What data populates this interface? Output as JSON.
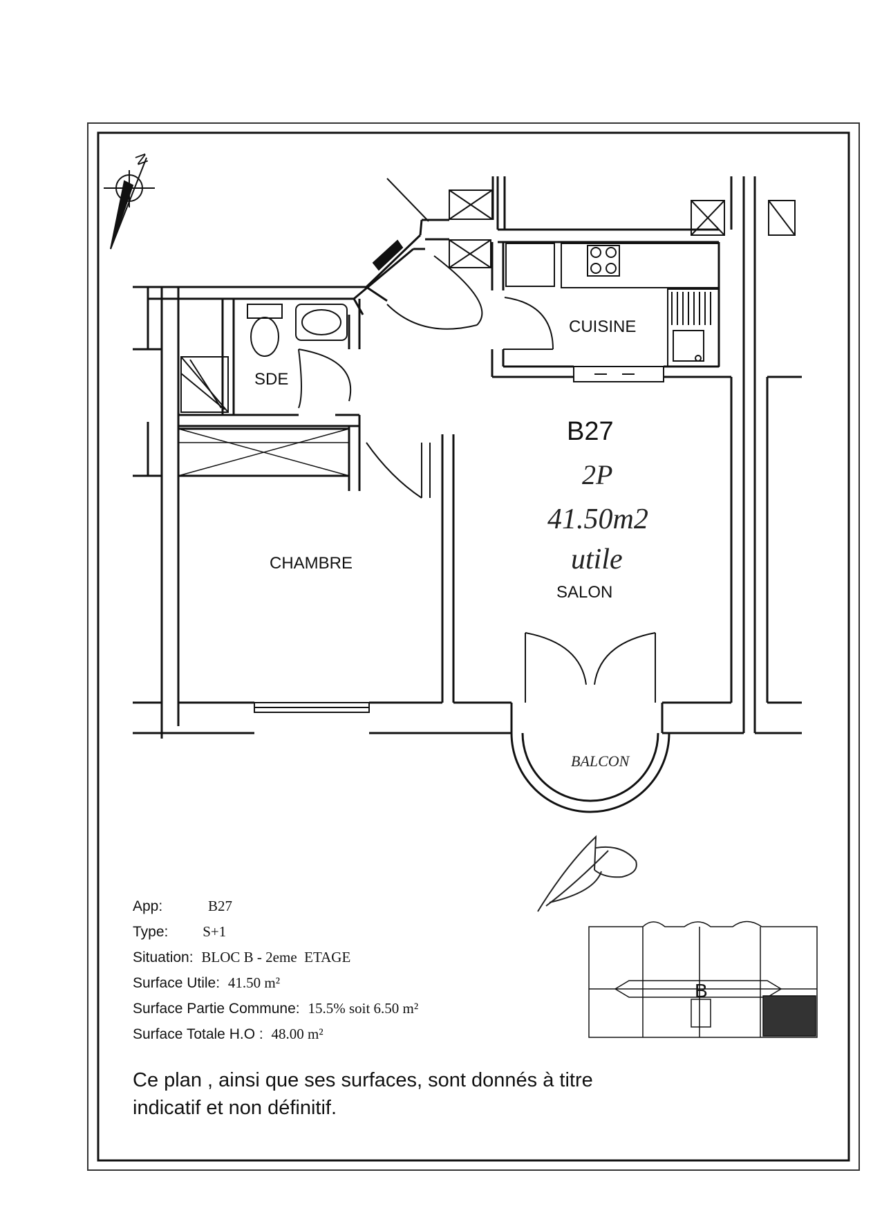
{
  "rooms": {
    "cuisine": "CUISINE",
    "sde": "SDE",
    "chambre": "CHAMBRE",
    "salon": "SALON",
    "balcon": "BALCON"
  },
  "unit": {
    "code": "B27",
    "rooms": "2P",
    "area": "41.50m2",
    "area_note": "utile"
  },
  "compass": {
    "north_letter": "N"
  },
  "info": {
    "app_label": "App:",
    "app_value": "B27",
    "type_label": "Type:",
    "type_value": "S+1",
    "situation_label": "Situation:",
    "situation_value": "BLOC B - 2eme  ETAGE",
    "surface_utile_label": "Surface Utile:",
    "surface_utile_value": "41.50 m²",
    "partie_commune_label": "Surface Partie Commune:",
    "partie_commune_value": "15.5% soit 6.50 m²",
    "totale_label": "Surface Totale H.O :",
    "totale_value": "48.00 m²"
  },
  "key_plan": {
    "block_letter": "B"
  },
  "disclaimer": {
    "line1": "Ce plan , ainsi que ses surfaces, sont donnés à titre",
    "line2": "indicatif et non définitif."
  }
}
